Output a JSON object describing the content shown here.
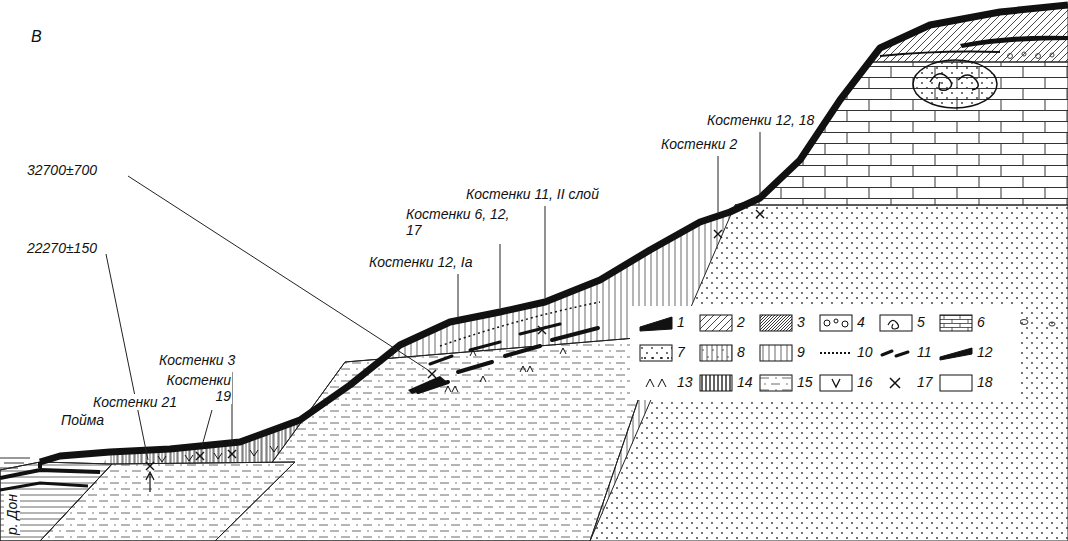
{
  "diagram": {
    "labels": [
      "В",
      "32700±700",
      "22270±150",
      "Костенки 11, II слой",
      "Костенки 6, 12, 17",
      "Костенки 12, Iа",
      "Костенки 2",
      "Костенки 12, 18",
      "Костенки 3",
      "Костенки 19",
      "Костенки 21",
      "Пойма",
      "р. Дон"
    ],
    "legend": [
      {
        "text": "1"
      },
      {
        "text": "2"
      },
      {
        "text": "3"
      },
      {
        "text": "4"
      },
      {
        "text": "5"
      },
      {
        "text": "6"
      },
      {
        "text": "7"
      },
      {
        "text": "8"
      },
      {
        "text": "9"
      },
      {
        "text": "10"
      },
      {
        "text": "11"
      },
      {
        "text": "12"
      },
      {
        "text": "13"
      },
      {
        "text": "14"
      },
      {
        "text": "15"
      },
      {
        "text": "16"
      },
      {
        "text": "17"
      },
      {
        "text": "18"
      }
    ]
  }
}
